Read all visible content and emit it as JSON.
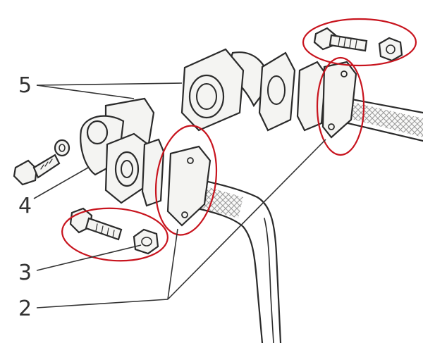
{
  "diagram": {
    "callouts": [
      {
        "id": "part-5",
        "label": "5"
      },
      {
        "id": "part-4",
        "label": "4"
      },
      {
        "id": "part-3",
        "label": "3"
      },
      {
        "id": "part-2",
        "label": "2"
      }
    ],
    "colors": {
      "line": "#2b2b2b",
      "paper": "#ffffff",
      "highlight": "#c8141e"
    }
  }
}
